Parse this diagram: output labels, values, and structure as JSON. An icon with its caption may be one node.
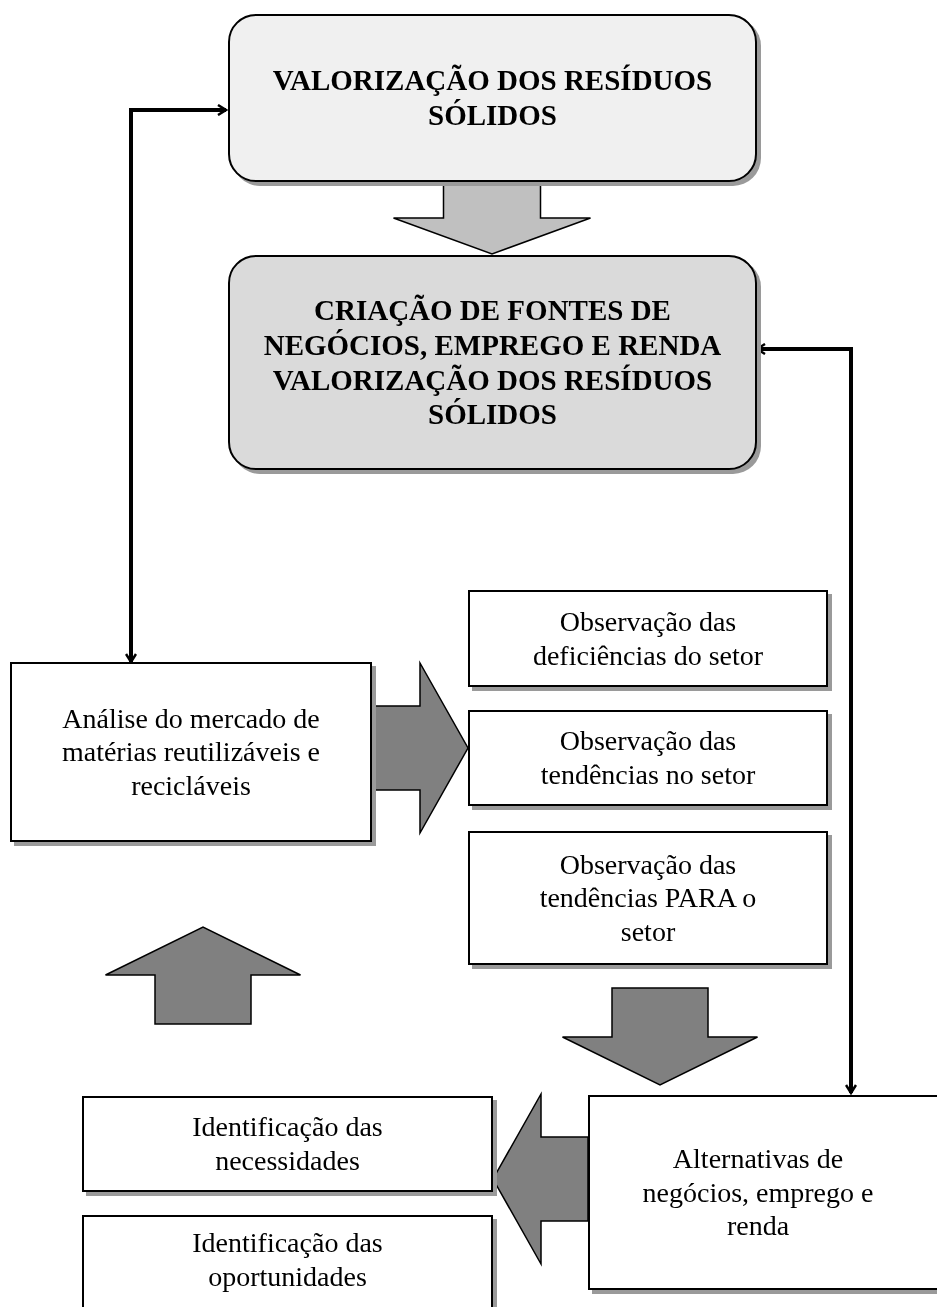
{
  "diagram": {
    "nodes": [
      {
        "text": [
          "VALORIZAÇÃO DOS RESÍDUOS SÓLIDOS"
        ]
      },
      {
        "text": [
          "CRIAÇÃO DE FONTES DE NEGÓCIOS, EMPREGO E RENDA VALORIZAÇÃO DOS RESÍDUOS SÓLIDOS"
        ]
      },
      {
        "text": [
          "Análise do mercado de matérias reutilizáveis e recicláveis"
        ]
      },
      {
        "text": [
          "Observação das deficiências do setor"
        ]
      },
      {
        "text": [
          "Observação das tendências no setor"
        ]
      },
      {
        "text": [
          "Observação das tendências PARA o setor"
        ]
      },
      {
        "text": [
          "Identificação das necessidades"
        ]
      },
      {
        "text": [
          "Identificação das oportunidades"
        ]
      },
      {
        "text": [
          "Alternativas de negócios, emprego e renda"
        ]
      }
    ],
    "edges": [
      {
        "from": 0,
        "to": 1,
        "arrow": "to",
        "style": "thick",
        "color": "#c0c0c0"
      },
      {
        "from": 2,
        "to": 4,
        "arrow": "to",
        "style": "thick"
      },
      {
        "from": 6,
        "to": 2,
        "arrow": "to",
        "style": "thick"
      },
      {
        "from": 5,
        "to": 8,
        "arrow": "to",
        "style": "thick"
      },
      {
        "from": 8,
        "to": 6,
        "arrow": "to",
        "style": "thick"
      },
      {
        "from": 2,
        "to": 0,
        "arrow": "both",
        "color": "#000000"
      },
      {
        "from": 1,
        "to": 8,
        "arrow": "both",
        "color": "#000000"
      }
    ]
  }
}
